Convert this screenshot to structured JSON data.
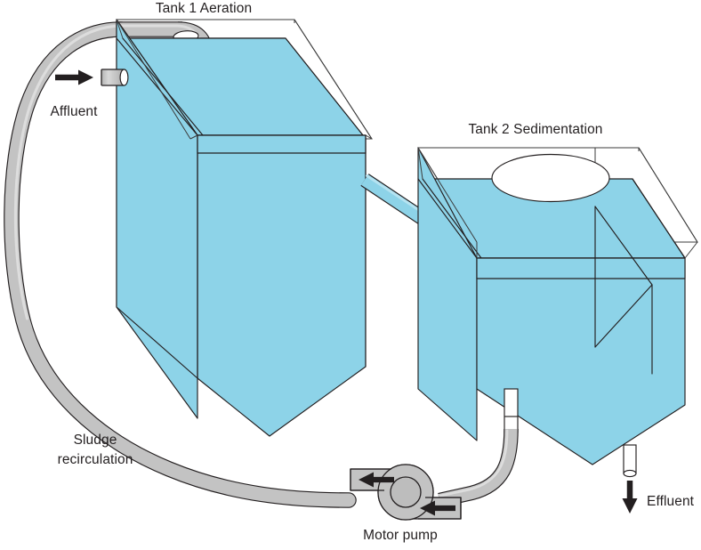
{
  "diagram": {
    "title_tank1": "Tank 1 Aeration",
    "title_tank2": "Tank 2 Sedimentation",
    "label_affluent": "Affluent",
    "label_effluent": "Effluent",
    "label_sludge_line1": "Sludge",
    "label_sludge_line2": "recirculation",
    "label_motor_pump": "Motor pump"
  },
  "colors": {
    "water": "#8dd3e8",
    "water_dark": "#7cc9e2",
    "pipe_gray": "#bfbfbf",
    "pipe_gray_light": "#d4d4d4",
    "outline": "#231f20",
    "white": "#ffffff",
    "text": "#231f20"
  },
  "elements": {
    "tank1_name": "aeration-tank",
    "tank2_name": "sedimentation-tank",
    "pump_name": "motor-pump",
    "affluent_pipe_name": "affluent-inlet-pipe",
    "effluent_pipe_name": "effluent-outlet-pipe",
    "recirculation_pipe_name": "sludge-recirculation-pipe",
    "transfer_pipe_name": "tank1-to-tank2-transfer-pipe",
    "arrow_affluent": "affluent-arrow",
    "arrow_effluent": "effluent-arrow",
    "arrow_pump_out": "pump-discharge-arrow",
    "arrow_pump_in": "pump-suction-arrow"
  }
}
